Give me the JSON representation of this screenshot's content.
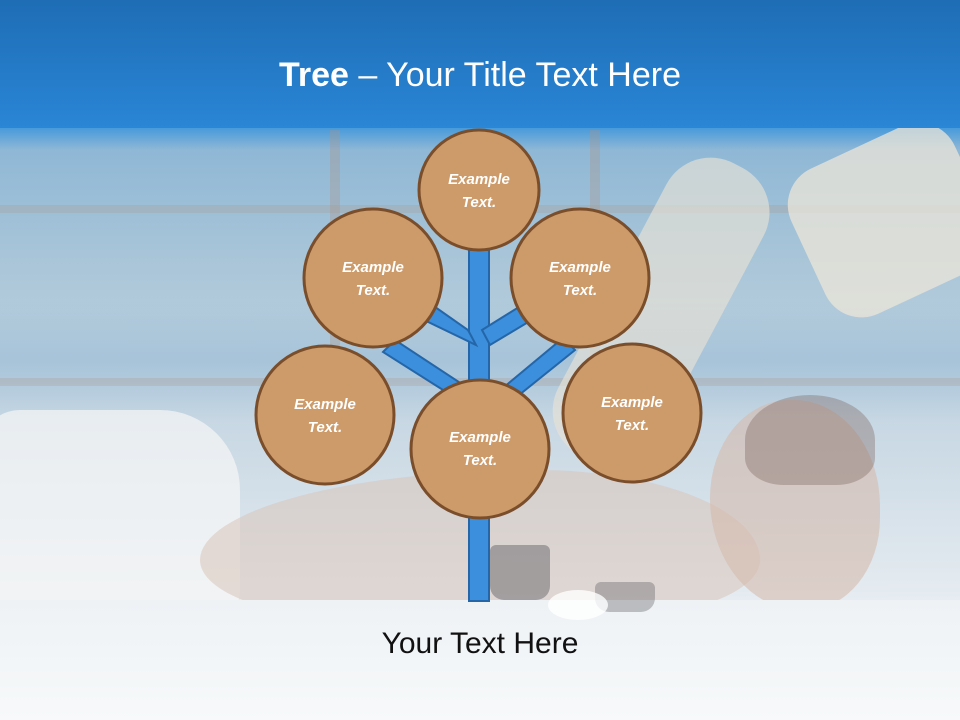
{
  "slide": {
    "title_bold": "Tree",
    "title_rest": " – Your Title Text Here",
    "footer": "Your Text Here"
  },
  "diagram": {
    "nodes": [
      {
        "id": "top",
        "line1": "Example",
        "line2": "Text."
      },
      {
        "id": "upper-left",
        "line1": "Example",
        "line2": "Text."
      },
      {
        "id": "upper-right",
        "line1": "Example",
        "line2": "Text."
      },
      {
        "id": "lower-left",
        "line1": "Example",
        "line2": "Text."
      },
      {
        "id": "center",
        "line1": "Example",
        "line2": "Text."
      },
      {
        "id": "lower-right",
        "line1": "Example",
        "line2": "Text."
      }
    ]
  },
  "colors": {
    "title_band": "#2a86d6",
    "node_fill": "#cd9a69",
    "node_stroke": "#7a4e2b",
    "branch_fill": "#3b8fdc",
    "branch_stroke": "#2466a8"
  }
}
